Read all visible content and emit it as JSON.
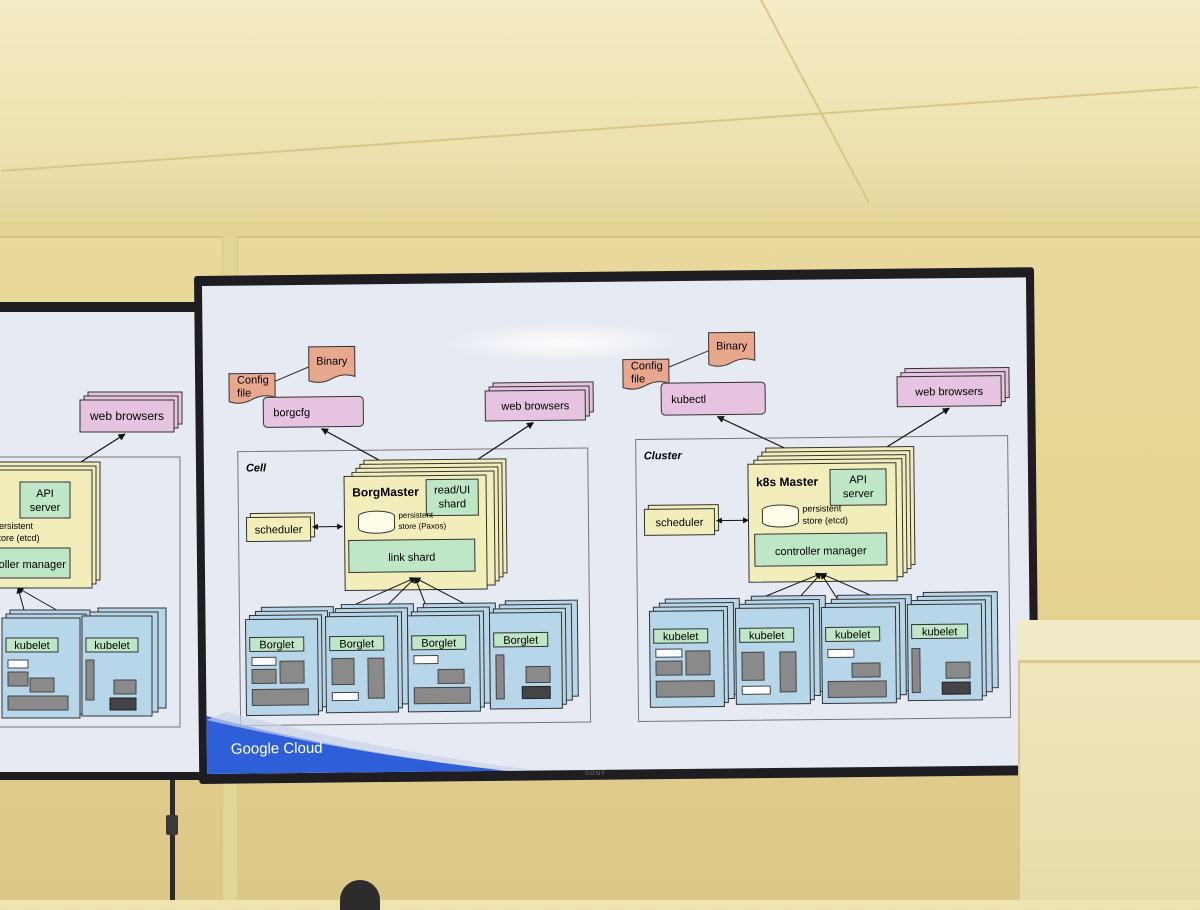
{
  "left_diagram": {
    "web_browsers": "web browsers",
    "api_server": [
      "API",
      "server"
    ],
    "persistent_store": [
      "persistent",
      "store (etcd)"
    ],
    "controller_manager": "controller manager",
    "nodes": [
      "kubelet",
      "kubelet"
    ]
  },
  "borg_diagram": {
    "config_file": [
      "Config",
      "file"
    ],
    "binary": "Binary",
    "borgcfg": "borgcfg",
    "web_browsers": "web browsers",
    "cell_label": "Cell",
    "scheduler": "scheduler",
    "master_title": "BorgMaster",
    "shard": [
      "read/UI",
      "shard"
    ],
    "persistent_store": [
      "persistent",
      "store (Paxos)"
    ],
    "link_shard": "link shard",
    "nodes": [
      "Borglet",
      "Borglet",
      "Borglet",
      "Borglet"
    ]
  },
  "k8s_diagram": {
    "config_file": [
      "Config",
      "file"
    ],
    "binary": "Binary",
    "kubectl": "kubectl",
    "web_browsers": "web browsers",
    "cluster_label": "Cluster",
    "scheduler": "scheduler",
    "master_title": "k8s Master",
    "api_server": [
      "API",
      "server"
    ],
    "persistent_store": [
      "persistent",
      "store (etcd)"
    ],
    "controller_manager": "controller manager",
    "nodes": [
      "kubelet",
      "kubelet",
      "kubelet",
      "kubelet"
    ]
  },
  "footer": {
    "brand": "Google Cloud"
  },
  "tv_brand": "SONY",
  "colors": {
    "salmon": "#e8a88e",
    "pink": "#e6c4e0",
    "yellow": "#f2eebc",
    "green": "#bfe6c6",
    "blue": "#b7d6ea",
    "slide_bg": "#e6eaf2",
    "google_blue": "#2f5fd8"
  }
}
